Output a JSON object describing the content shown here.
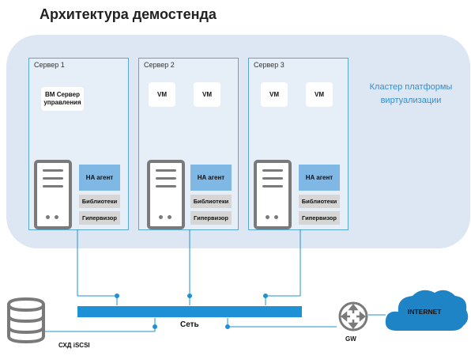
{
  "title": "Архитектура демостенда",
  "cluster_label": "Кластер платформы виртуализации",
  "servers": [
    {
      "name": "Сервер 1",
      "vms": [
        "ВМ Сервер управления"
      ],
      "ha": "HA агент",
      "libs": "Библиотеки",
      "hypervisor": "Гипервизор"
    },
    {
      "name": "Сервер 2",
      "vms": [
        "VM",
        "VM"
      ],
      "ha": "HA агент",
      "libs": "Библиотеки",
      "hypervisor": "Гипервизор"
    },
    {
      "name": "Сервер 3",
      "vms": [
        "VM",
        "VM"
      ],
      "ha": "HA агент",
      "libs": "Библиотеки",
      "hypervisor": "Гипервизор"
    }
  ],
  "network_label": "Сеть",
  "storage_label": "СХД iSCSI",
  "gateway_label": "GW",
  "internet_label": "INTERNET",
  "colors": {
    "cluster_bg": "#dce7f3",
    "server_border": "#5aa6d6",
    "ha": "#7fb7e5",
    "network": "#1e90d6",
    "cloud": "#1f84c6"
  }
}
